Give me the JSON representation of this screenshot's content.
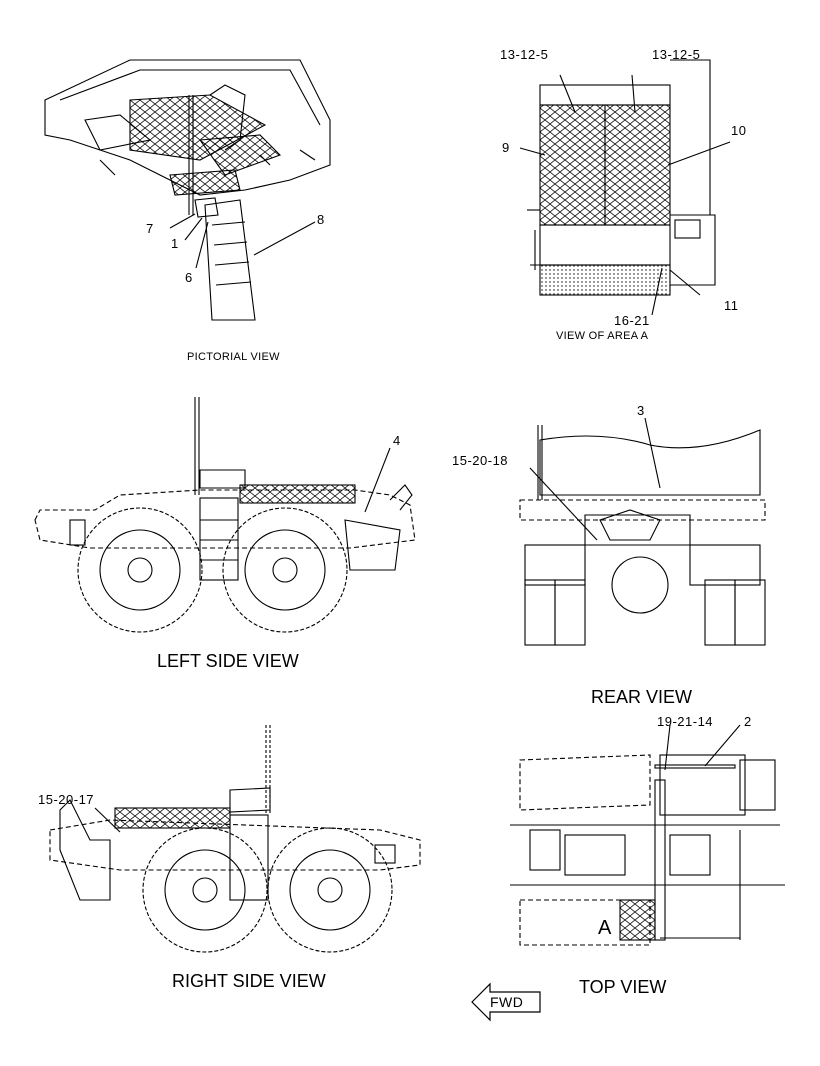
{
  "views": {
    "pictorial": "PICTORIAL VIEW",
    "area_a": "VIEW OF AREA A",
    "left_side": "LEFT SIDE VIEW",
    "rear": "REAR VIEW",
    "right_side": "RIGHT SIDE VIEW",
    "top": "TOP VIEW"
  },
  "callouts": {
    "c1": "1",
    "c2": "2",
    "c3": "3",
    "c4": "4",
    "c6": "6",
    "c7": "7",
    "c8": "8",
    "c9": "9",
    "c10": "10",
    "c11": "11",
    "c13a": "13-12-5",
    "c13b": "13-12-5",
    "c16": "16-21",
    "c15a": "15-20-18",
    "c15b": "15-20-17",
    "c19": "19-21-14"
  },
  "area_marker": "A",
  "direction_arrow": "FWD"
}
